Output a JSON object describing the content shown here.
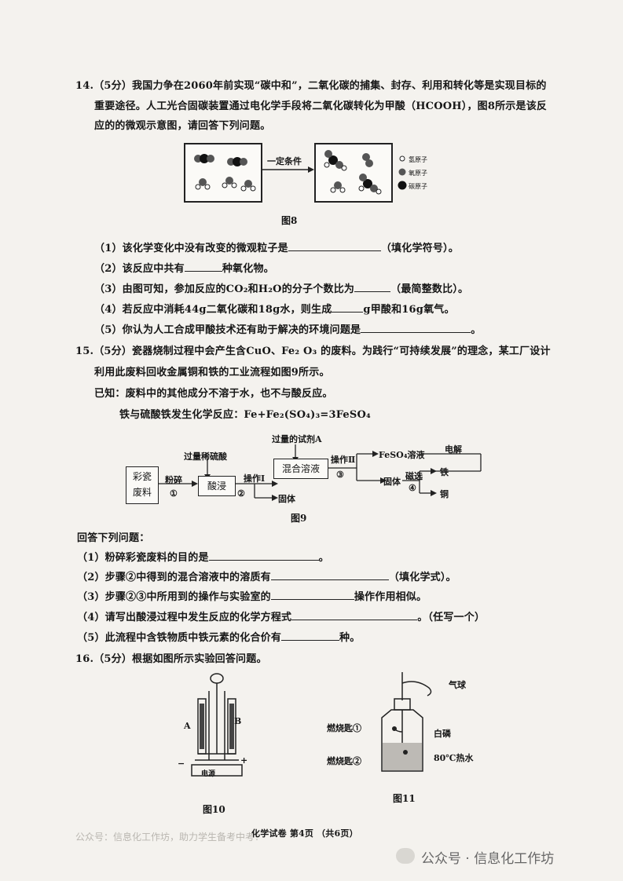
{
  "q14": {
    "line1": "14.（5分）我国力争在2060年前实现“碳中和”，二氧化碳的捕集、封存、利用和转化等是实现目标的",
    "line2": "重要途径。人工光合固碳装置通过电化学手段将二氧化碳转化为甲酸（HCOOH），图8所示是该反",
    "line3": "应的的微观示意图，请回答下列问题。",
    "arrow_label": "一定条件",
    "legend": [
      "氢原子",
      "氧原子",
      "碳原子"
    ],
    "fig_caption": "图8",
    "sub1_a": "（1）该化学变化中没有改变的微观粒子是",
    "sub1_b": "（填化学符号）。",
    "sub2_a": "（2）该反应中共有",
    "sub2_b": "种氧化物。",
    "sub3_a": "（3）由图可知，参加反应的CO₂和H₂O的分子个数比为",
    "sub3_b": "（最简整数比）。",
    "sub4_a": "（4）若反应中消耗44g二氧化碳和18g水，则生成",
    "sub4_b": "g甲酸和16g氧气。",
    "sub5_a": "（5）你认为人工合成甲酸技术还有助于解决的环境问题是",
    "sub5_b": "。"
  },
  "q15": {
    "line1": "15.（5分）瓷器烧制过程中会产生含CuO、Fe₂ O₃ 的废料。为践行“可持续发展”的理念，某工厂设计",
    "line2": "利用此废料回收金属铜和铁的工业流程如图9所示。",
    "known1": "已知：废料中的其他成分不溶于水，也不与酸反应。",
    "known2": "铁与硫酸铁发生化学反应：Fe+Fe₂(SO₄)₃=3FeSO₄",
    "flow": {
      "box_waste_1": "彩瓷",
      "box_waste_2": "废料",
      "crush": "粉碎",
      "step1": "①",
      "acid": "过量稀硫酸",
      "leach": "酸浸",
      "op1": "操作Ⅰ",
      "step2": "②",
      "solid": "固体",
      "reagentA": "过量的试剂A",
      "mixed": "混合溶液",
      "step3": "③",
      "op2": "操作Ⅱ",
      "feso4": "FeSO₄溶液",
      "electrolysis": "电解",
      "solid2": "固体",
      "magnet": "磁选",
      "step4": "④",
      "iron": "铁",
      "copper": "铜"
    },
    "fig_caption": "图9",
    "answer_intro": "回答下列问题：",
    "sub1_a": "（1）粉碎彩瓷废料的目的是",
    "sub1_b": "。",
    "sub2_a": "（2）步骤②中得到的混合溶液中的溶质有",
    "sub2_b": "（填化学式）。",
    "sub3_a": "（3）步骤②③中所用到的操作与实验室的",
    "sub3_b": "操作作用相似。",
    "sub4_a": "（4）请写出酸浸过程中发生反应的化学方程式",
    "sub4_b": "。（任写一个）",
    "sub5_a": "（5）此流程中含铁物质中铁元素的化合价有",
    "sub5_b": "种。"
  },
  "q16": {
    "line1": "16.（5分）根据如图所示实验回答问题。",
    "fig10": {
      "label_a": "A",
      "label_b": "B",
      "minus": "−",
      "plus": "+",
      "power": "电源",
      "caption": "图10"
    },
    "fig11": {
      "balloon": "气球",
      "spoon1": "燃烧匙①",
      "spoon2": "燃烧匙②",
      "white_p": "白磷",
      "water": "80℃热水",
      "caption": "图11"
    }
  },
  "footer": {
    "left_watermark": "公众号：信息化工作坊，助力学生备考中考！",
    "page_info": "化学试卷 第4页 （共6页）",
    "right_watermark": "公众号 · 信息化工作坊"
  },
  "colors": {
    "paper": "#f4f2ee",
    "ink": "#161616",
    "watermark": "#b9b6b0"
  }
}
